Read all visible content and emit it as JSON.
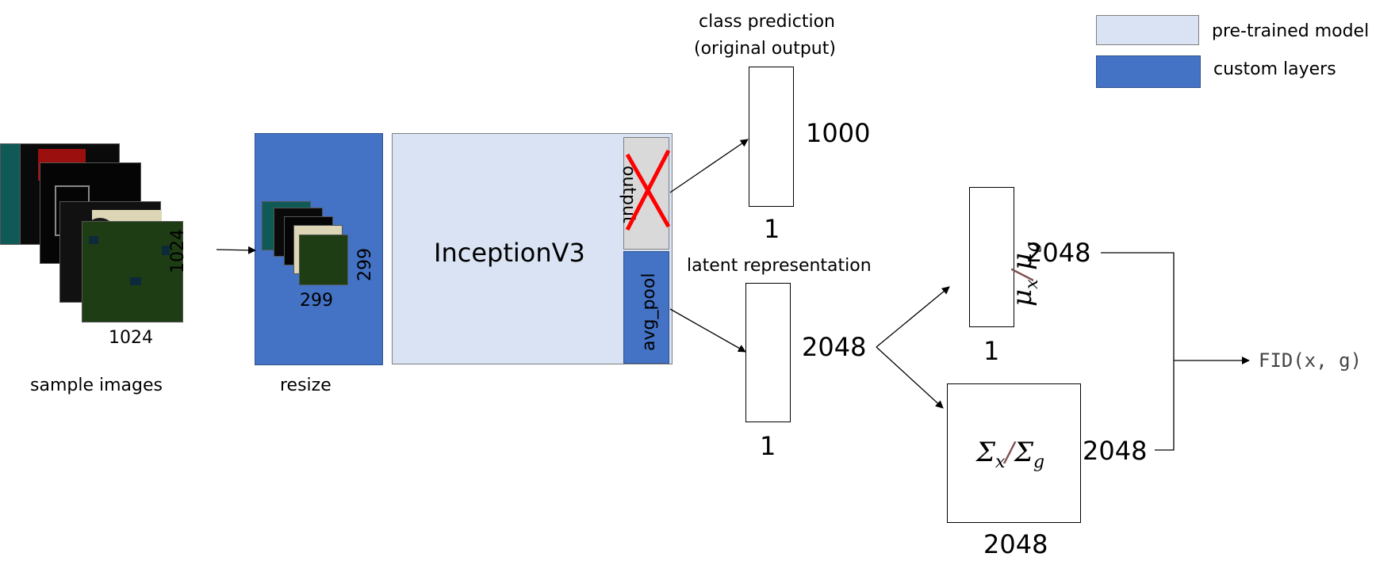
{
  "legend": {
    "pretrained_label": "pre-trained model",
    "custom_label": "custom layers"
  },
  "colors": {
    "pretrained": "#dae3f3",
    "custom": "#4472c4",
    "cross": "#ff0000",
    "output_box": "#d9d9d9"
  },
  "input": {
    "caption": "sample images",
    "width_label": "1024",
    "height_label": "1024"
  },
  "resize": {
    "caption": "resize",
    "width_label": "299",
    "height_label": "299"
  },
  "model": {
    "name": "InceptionV3",
    "output_layer": "output",
    "pool_layer": "avg_pool"
  },
  "class_prediction": {
    "caption_line1": "class prediction",
    "caption_line2": "(original output)",
    "size_label": "1000",
    "width_label": "1"
  },
  "latent": {
    "caption": "latent representation",
    "size_label": "2048",
    "width_label": "1"
  },
  "mean": {
    "symbol_x": "μ",
    "sub_x": "x",
    "slash": "/",
    "symbol_g": "μ",
    "sub_g": "g",
    "size_label": "2048",
    "width_label": "1"
  },
  "covariance": {
    "symbol_x": "Σ",
    "sub_x": "x",
    "slash": "/",
    "symbol_g": "Σ",
    "sub_g": "g",
    "size_label": "2048",
    "width_label": "2048"
  },
  "result": {
    "label": "FID(x, g)"
  }
}
